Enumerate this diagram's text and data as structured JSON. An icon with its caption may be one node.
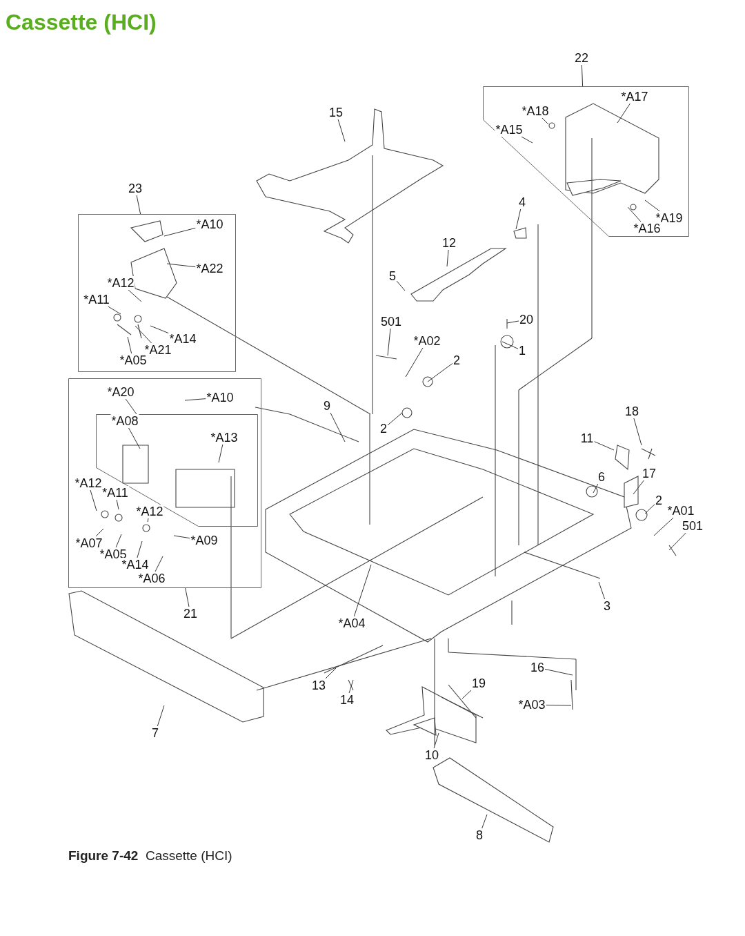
{
  "diagram": {
    "title": "Cassette (HCI)",
    "caption": "**Figure 7-42**  Cassette (HCI)",
    "nodes": [
      {
        "text": [
          "22"
        ]
      },
      {
        "text": [],
        "shape": "box"
      },
      {
        "text": [
          "*A17"
        ],
        "in": 1
      },
      {
        "text": [
          "*A18"
        ],
        "in": 1
      },
      {
        "text": [
          "*A15"
        ],
        "in": 1
      },
      {
        "text": [
          "*A19"
        ],
        "in": 1
      },
      {
        "text": [
          "*A16"
        ],
        "in": 1
      },
      {
        "text": [
          "15"
        ]
      },
      {
        "text": [
          "23"
        ]
      },
      {
        "text": [],
        "shape": "box"
      },
      {
        "text": [
          "*A10"
        ],
        "in": 9
      },
      {
        "text": [
          "*A22"
        ],
        "in": 9
      },
      {
        "text": [
          "*A12"
        ],
        "in": 9
      },
      {
        "text": [
          "*A11"
        ],
        "in": 9
      },
      {
        "text": [
          "*A14"
        ],
        "in": 9
      },
      {
        "text": [
          "*A21"
        ],
        "in": 9
      },
      {
        "text": [
          "*A05"
        ],
        "in": 9
      },
      {
        "text": [
          "4"
        ]
      },
      {
        "text": [
          "12"
        ]
      },
      {
        "text": [
          "5"
        ]
      },
      {
        "text": [
          "501"
        ]
      },
      {
        "text": [
          "*A02"
        ]
      },
      {
        "text": [
          "20"
        ]
      },
      {
        "text": [
          "1"
        ]
      },
      {
        "text": [
          "2"
        ]
      },
      {
        "text": [],
        "shape": "box"
      },
      {
        "text": [
          "*A20"
        ],
        "in": 25
      },
      {
        "text": [
          "*A10"
        ],
        "in": 25
      },
      {
        "text": [],
        "shape": "box",
        "in": 25
      },
      {
        "text": [
          "*A08"
        ],
        "in": 28
      },
      {
        "text": [
          "*A13"
        ],
        "in": 28
      },
      {
        "text": [
          "9"
        ]
      },
      {
        "text": [
          "2"
        ]
      },
      {
        "text": [
          "18"
        ]
      },
      {
        "text": [
          "11"
        ]
      },
      {
        "text": [
          "6"
        ]
      },
      {
        "text": [
          "17"
        ]
      },
      {
        "text": [
          "2"
        ]
      },
      {
        "text": [
          "*A01"
        ]
      },
      {
        "text": [
          "501"
        ]
      },
      {
        "text": [
          "*A12"
        ],
        "in": 25
      },
      {
        "text": [
          "*A11"
        ],
        "in": 25
      },
      {
        "text": [
          "*A12"
        ],
        "in": 25
      },
      {
        "text": [
          "*A09"
        ],
        "in": 25
      },
      {
        "text": [
          "*A07"
        ],
        "in": 25
      },
      {
        "text": [
          "*A05"
        ],
        "in": 25
      },
      {
        "text": [
          "*A14"
        ],
        "in": 25
      },
      {
        "text": [
          "*A06"
        ],
        "in": 25
      },
      {
        "text": [
          "21"
        ]
      },
      {
        "text": [
          "3"
        ]
      },
      {
        "text": [
          "*A04"
        ]
      },
      {
        "text": [
          "16"
        ]
      },
      {
        "text": [
          "19"
        ]
      },
      {
        "text": [
          "13"
        ]
      },
      {
        "text": [
          "*A03"
        ]
      },
      {
        "text": [
          "14"
        ]
      },
      {
        "text": [
          "7"
        ]
      },
      {
        "text": [
          "10"
        ]
      },
      {
        "text": [
          "8"
        ]
      }
    ],
    "edges": [
      {
        "from": 0,
        "to": 1,
        "arrow": "none"
      },
      {
        "from": 2,
        "to": null,
        "arrow": "none"
      },
      {
        "from": 3,
        "to": null,
        "arrow": "none"
      },
      {
        "from": 4,
        "to": null,
        "arrow": "none"
      },
      {
        "from": 5,
        "to": null,
        "arrow": "none"
      },
      {
        "from": 6,
        "to": null,
        "arrow": "none"
      },
      {
        "from": 7,
        "to": null,
        "arrow": "none"
      },
      {
        "from": 8,
        "to": 9,
        "arrow": "none"
      },
      {
        "from": 10,
        "to": null,
        "arrow": "none"
      },
      {
        "from": 11,
        "to": null,
        "arrow": "none"
      },
      {
        "from": 12,
        "to": null,
        "arrow": "none"
      },
      {
        "from": 13,
        "to": null,
        "arrow": "none"
      },
      {
        "from": 14,
        "to": null,
        "arrow": "none"
      },
      {
        "from": 15,
        "to": null,
        "arrow": "none"
      },
      {
        "from": 16,
        "to": null,
        "arrow": "none"
      },
      {
        "from": 17,
        "to": null,
        "arrow": "none"
      },
      {
        "from": 18,
        "to": null,
        "arrow": "none"
      },
      {
        "from": 19,
        "to": null,
        "arrow": "none"
      },
      {
        "from": 20,
        "to": null,
        "arrow": "none"
      },
      {
        "from": 21,
        "to": null,
        "arrow": "none"
      },
      {
        "from": 22,
        "to": null,
        "arrow": "none"
      },
      {
        "from": 23,
        "to": null,
        "arrow": "none"
      },
      {
        "from": 24,
        "to": null,
        "arrow": "none"
      },
      {
        "from": 26,
        "to": 28,
        "arrow": "none"
      },
      {
        "from": 27,
        "to": null,
        "arrow": "none"
      },
      {
        "from": 29,
        "to": null,
        "arrow": "none"
      },
      {
        "from": 30,
        "to": null,
        "arrow": "none"
      },
      {
        "from": 31,
        "to": null,
        "arrow": "none"
      },
      {
        "from": 32,
        "to": null,
        "arrow": "none"
      },
      {
        "from": 33,
        "to": null,
        "arrow": "none"
      },
      {
        "from": 34,
        "to": null,
        "arrow": "none"
      },
      {
        "from": 35,
        "to": null,
        "arrow": "none"
      },
      {
        "from": 36,
        "to": null,
        "arrow": "none"
      },
      {
        "from": 37,
        "to": null,
        "arrow": "none"
      },
      {
        "from": 38,
        "to": null,
        "arrow": "none"
      },
      {
        "from": 39,
        "to": null,
        "arrow": "none"
      },
      {
        "from": 40,
        "to": null,
        "arrow": "none"
      },
      {
        "from": 41,
        "to": null,
        "arrow": "none"
      },
      {
        "from": 42,
        "to": null,
        "arrow": "none"
      },
      {
        "from": 43,
        "to": null,
        "arrow": "none"
      },
      {
        "from": 44,
        "to": null,
        "arrow": "none"
      },
      {
        "from": 45,
        "to": null,
        "arrow": "none"
      },
      {
        "from": 46,
        "to": null,
        "arrow": "none"
      },
      {
        "from": 47,
        "to": null,
        "arrow": "none"
      },
      {
        "from": 48,
        "to": 25,
        "arrow": "none"
      },
      {
        "from": 49,
        "to": null,
        "arrow": "none"
      },
      {
        "from": 50,
        "to": null,
        "arrow": "none"
      },
      {
        "from": 51,
        "to": null,
        "arrow": "none"
      },
      {
        "from": 52,
        "to": null,
        "arrow": "none"
      },
      {
        "from": 53,
        "to": null,
        "arrow": "none"
      },
      {
        "from": 54,
        "to": null,
        "arrow": "none"
      },
      {
        "from": 55,
        "to": null,
        "arrow": "none"
      },
      {
        "from": 56,
        "to": null,
        "arrow": "none"
      },
      {
        "from": 57,
        "to": null,
        "arrow": "none"
      },
      {
        "from": 58,
        "to": null,
        "arrow": "none"
      }
    ]
  }
}
